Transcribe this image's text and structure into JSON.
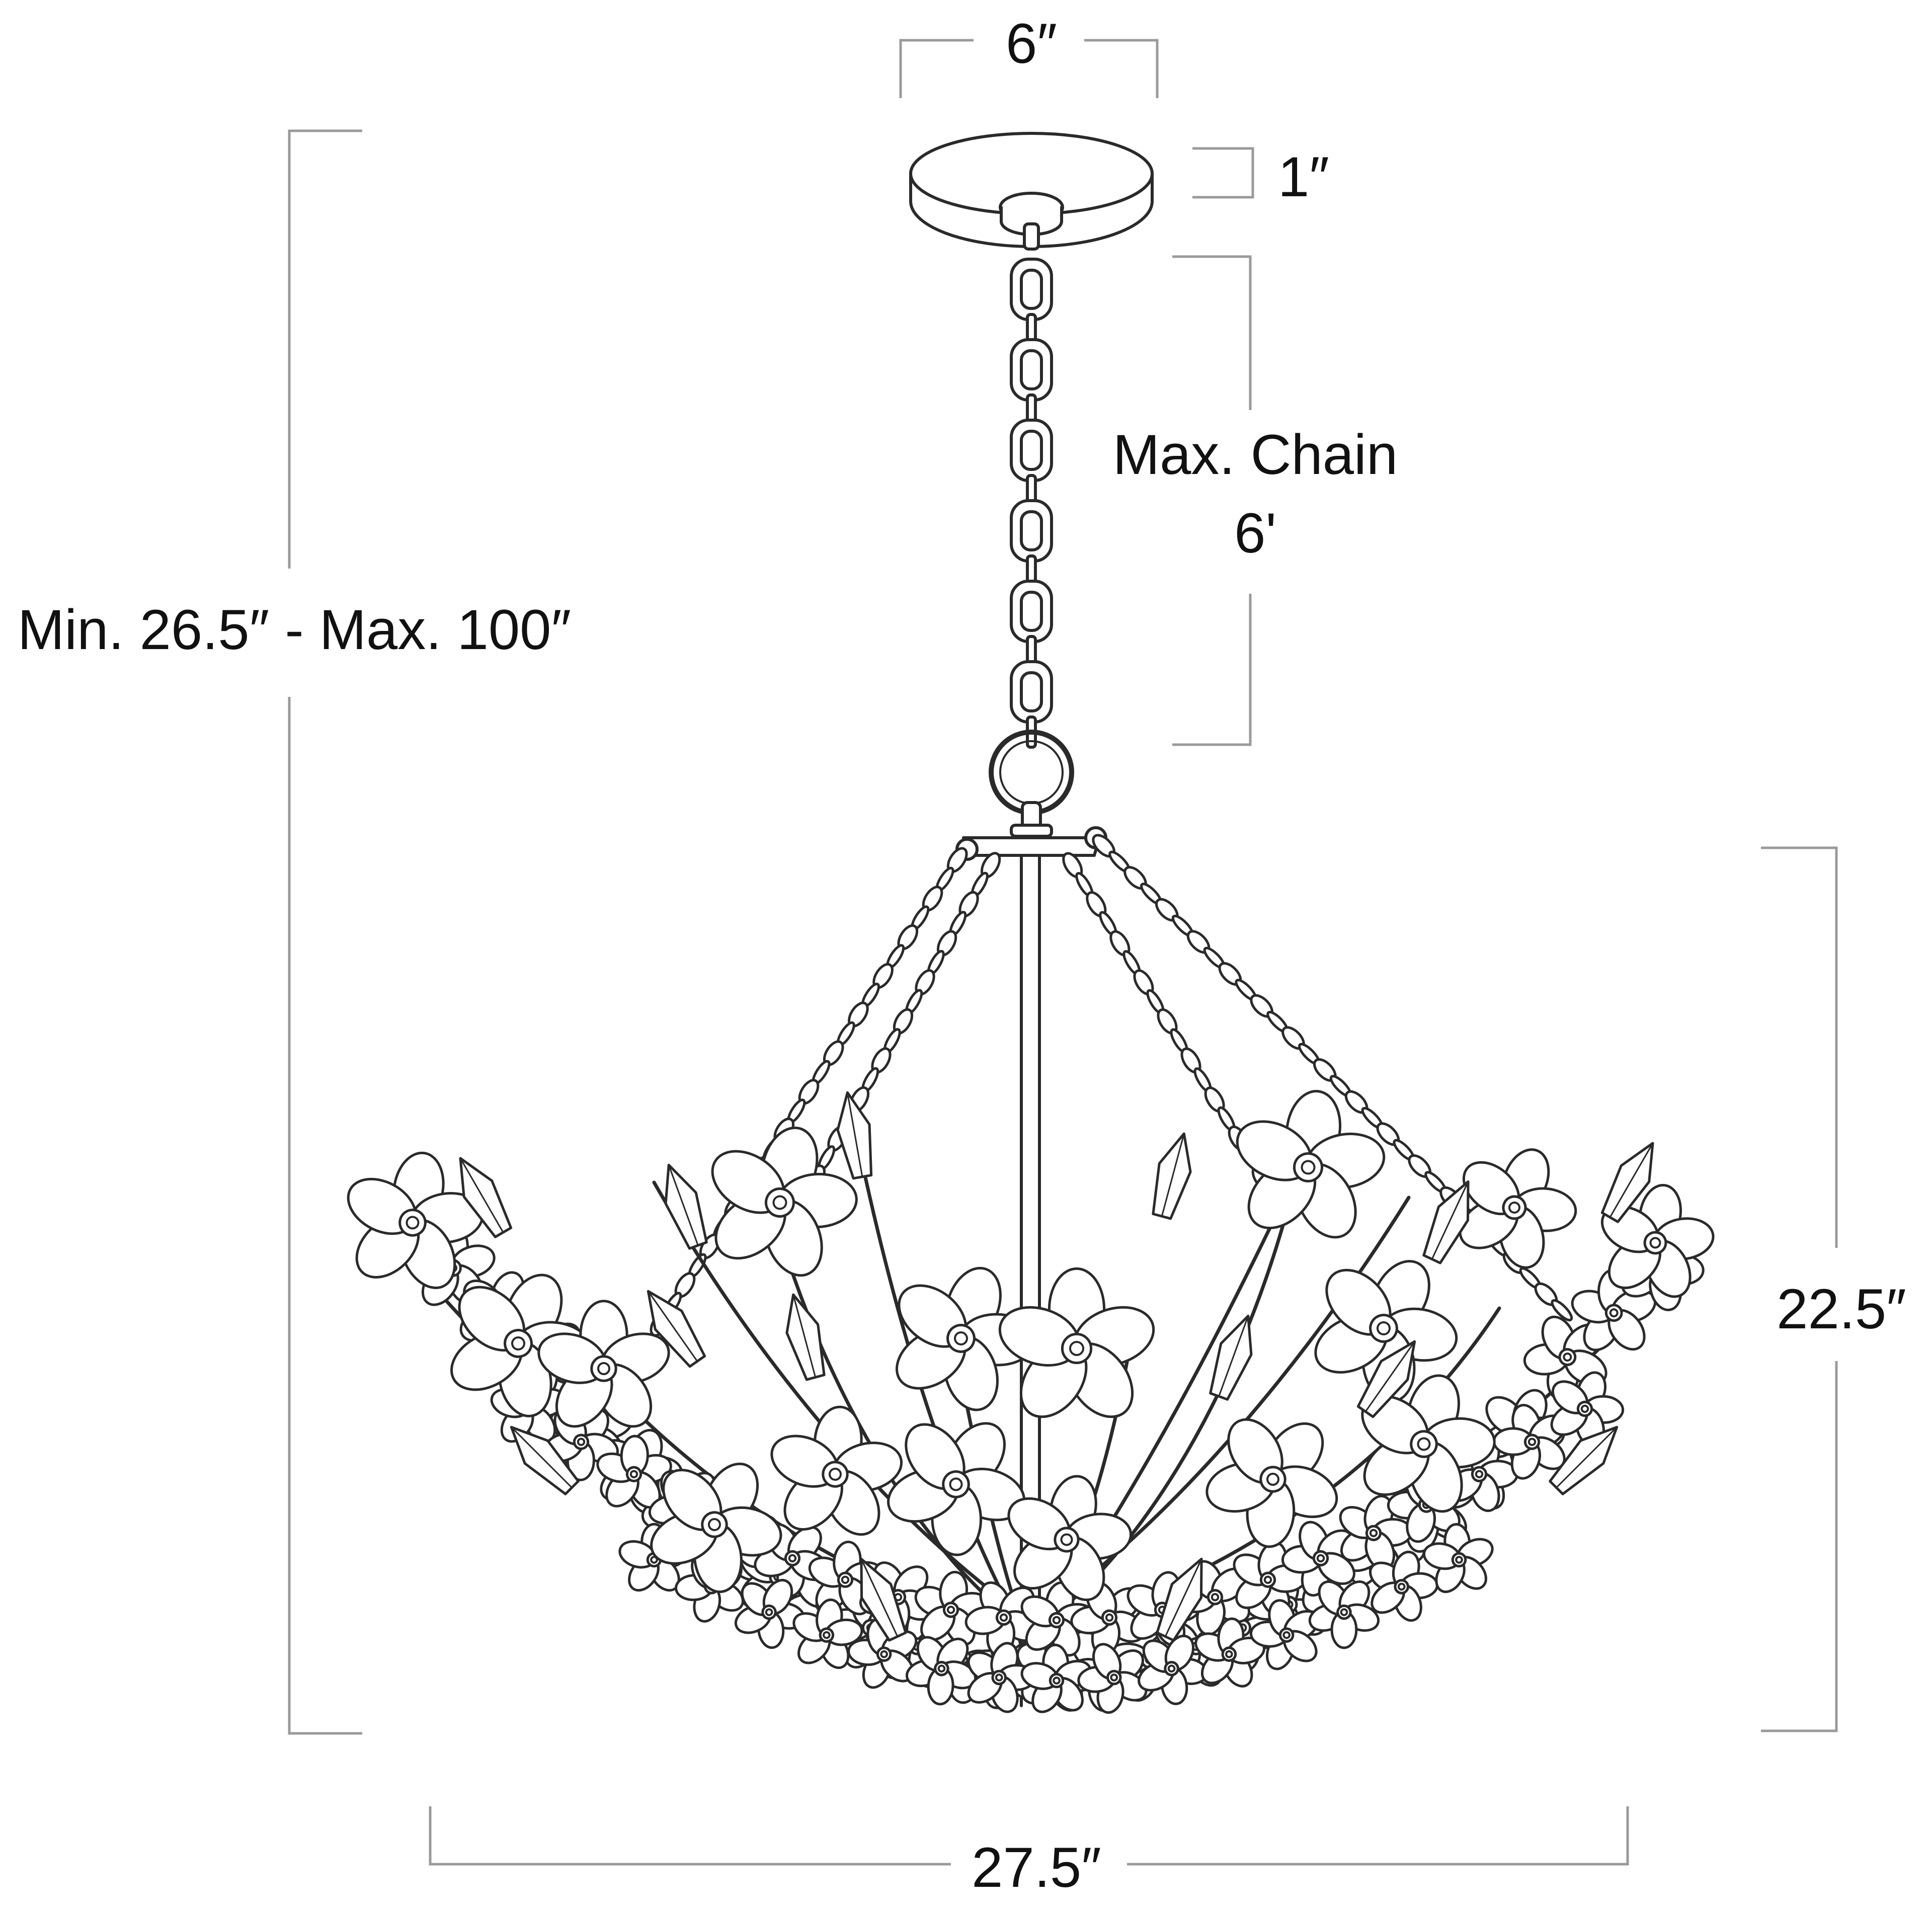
{
  "dimensions": {
    "canopy_width": "6″",
    "canopy_height": "1″",
    "max_chain_line1": "Max. Chain",
    "max_chain_line2": "6'",
    "overall_height": "Min. 26.5″ - Max. 100″",
    "fixture_height": "22.5″",
    "fixture_width": "27.5″"
  },
  "colors": {
    "line": "#2a2a2a",
    "dimension_line": "#9a9a9a",
    "text": "#111111",
    "background": "#ffffff"
  }
}
